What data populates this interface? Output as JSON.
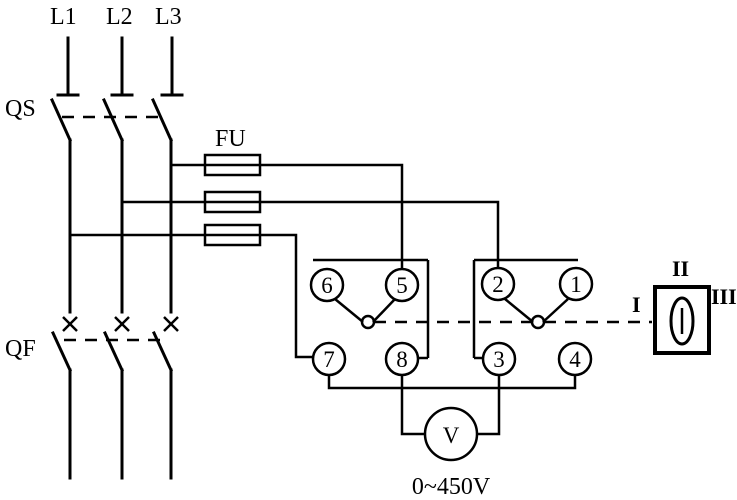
{
  "phases": [
    "L1",
    "L2",
    "L3"
  ],
  "disconnect_switch_label": "QS",
  "fuse_label": "FU",
  "breaker_label": "QF",
  "voltmeter_symbol": "V",
  "voltmeter_range": "0~450V",
  "selector_terminals": [
    "6",
    "5",
    "2",
    "1",
    "7",
    "8",
    "3",
    "4"
  ],
  "handle_positions": {
    "left": "I",
    "top": "II",
    "right": "III"
  }
}
